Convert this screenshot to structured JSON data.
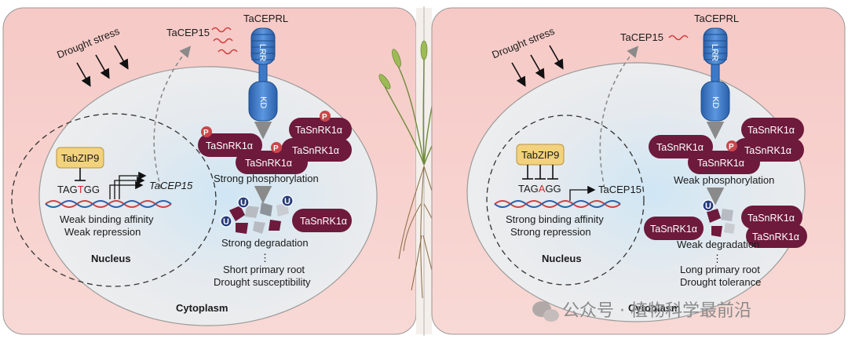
{
  "left": {
    "stress": "Drought stress",
    "peptide": "TaCEP15",
    "receptor": "TaCEPRL",
    "lrr": "LRR",
    "kd": "KD",
    "tf": "TabZIP9",
    "motif_a": "TAG",
    "motif_snp": "T",
    "motif_b": "GG",
    "gene": "TaCEP15",
    "binding1": "Weak binding affinity",
    "binding2": "Weak repression",
    "nucleus": "Nucleus",
    "kinase": "TaSnRK1α",
    "p": "P",
    "u": "U",
    "phos": "Strong phosphorylation",
    "degr": "Strong degradation",
    "dots": "⋮",
    "out1": "Short primary root",
    "out2": "Drought susceptibility",
    "cyto": "Cytoplasm"
  },
  "right": {
    "stress": "Drought stress",
    "peptide": "TaCEP15",
    "receptor": "TaCEPRL",
    "lrr": "LRR",
    "kd": "KD",
    "tf": "TabZIP9",
    "motif_a": "TAG",
    "motif_snp": "A",
    "motif_b": "GG",
    "gene": "TaCEP15",
    "binding1": "Strong binding affinity",
    "binding2": "Strong repression",
    "nucleus": "Nucleus",
    "kinase": "TaSnRK1α",
    "p": "P",
    "u": "U",
    "phos": "Weak phosphorylation",
    "degr": "Weak degradation",
    "dots": "⋮",
    "out1": "Long primary root",
    "out2": "Drought tolerance",
    "cyto": "Cytoplasm"
  },
  "watermark": "公众号 · 植物科学最前沿",
  "colors": {
    "panel": "#f6cfcb",
    "cell": "#e3e7ec",
    "kinase": "#6d1a3c",
    "receptor": "#3c79c9",
    "tf": "#f2d27c",
    "phospho": "#c8474b",
    "ubiquitin": "#243a7a",
    "snp": "#d62828"
  }
}
